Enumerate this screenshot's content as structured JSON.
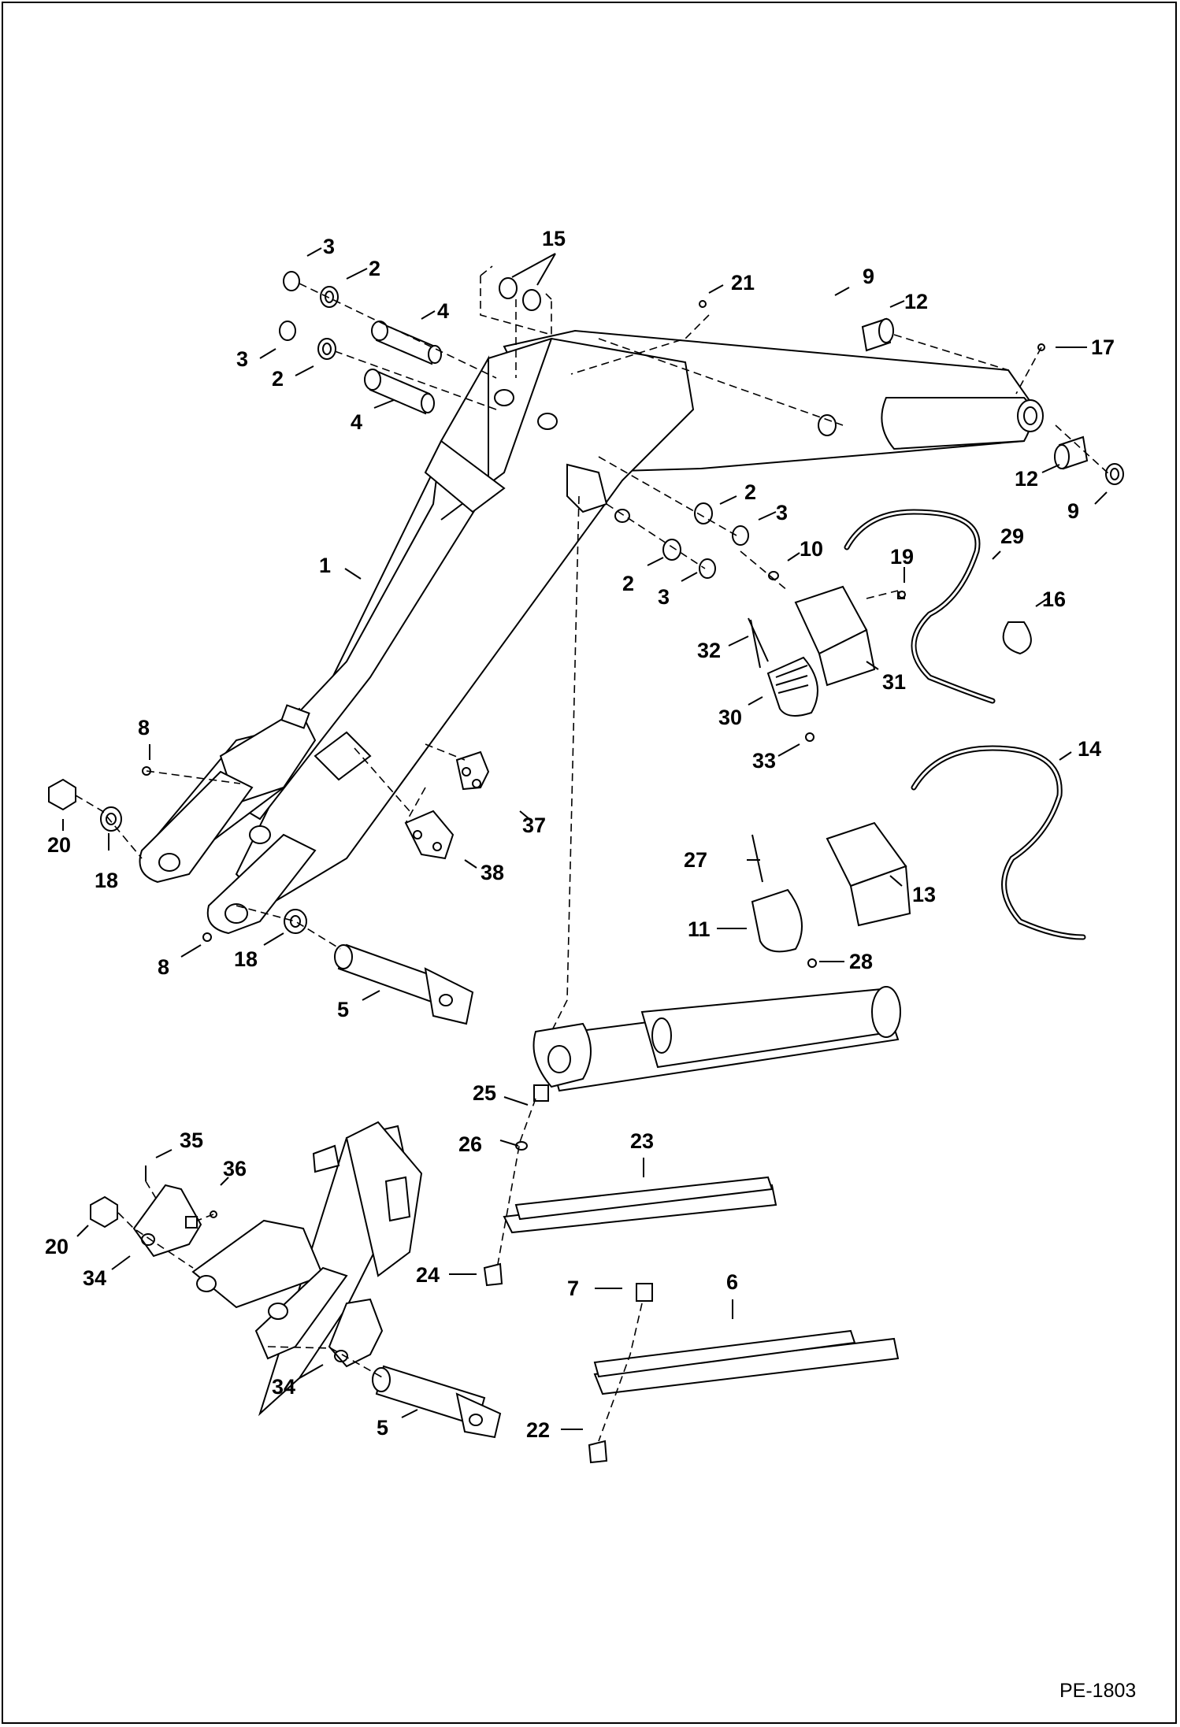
{
  "diagram": {
    "drawing_code": "PE-1803",
    "callouts": {
      "c1": "1",
      "c2a": "2",
      "c2b": "2",
      "c2c": "2",
      "c2d": "2",
      "c3a": "3",
      "c3b": "3",
      "c3c": "3",
      "c3d": "3",
      "c4a": "4",
      "c4b": "4",
      "c5a": "5",
      "c5b": "5",
      "c6": "6",
      "c7": "7",
      "c8a": "8",
      "c8b": "8",
      "c9a": "9",
      "c9b": "9",
      "c10": "10",
      "c11": "11",
      "c12a": "12",
      "c12b": "12",
      "c13": "13",
      "c14": "14",
      "c15": "15",
      "c16": "16",
      "c17": "17",
      "c18a": "18",
      "c18b": "18",
      "c19": "19",
      "c20a": "20",
      "c20b": "20",
      "c21": "21",
      "c22": "22",
      "c23": "23",
      "c24": "24",
      "c25": "25",
      "c26": "26",
      "c27": "27",
      "c28": "28",
      "c29": "29",
      "c30": "30",
      "c31": "31",
      "c32": "32",
      "c33": "33",
      "c34a": "34",
      "c34b": "34",
      "c35": "35",
      "c36": "36",
      "c37": "37",
      "c38": "38"
    }
  }
}
